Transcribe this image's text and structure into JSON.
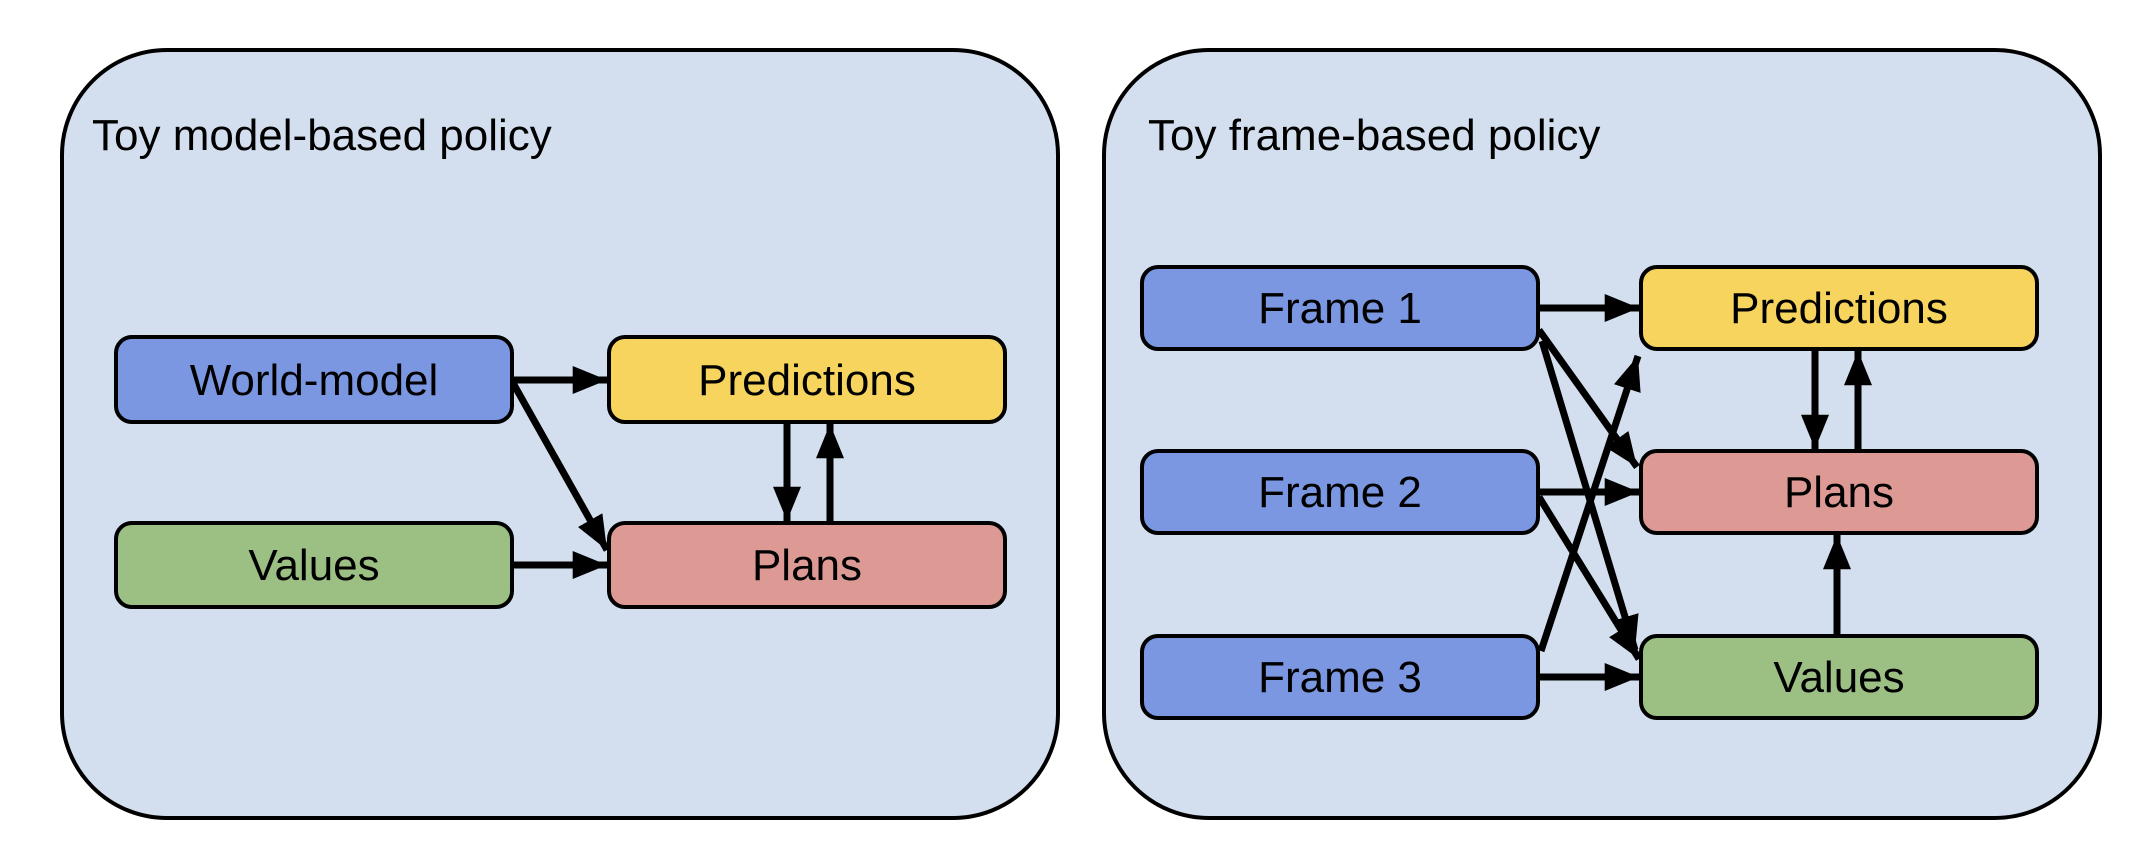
{
  "figure": {
    "type": "diagram",
    "description_left": "Toy model-based policy",
    "description_right": "Toy frame-based policy"
  },
  "colors": {
    "panel_bg": "#d3dfee",
    "panel_border": "#000000",
    "arrow": "#000000",
    "text": "#000000",
    "node_blue": "#7b97e2",
    "node_yellow": "#f6d45e",
    "node_green": "#9cc083",
    "node_red": "#dd9a95",
    "page_bg": "#ffffff"
  },
  "left_panel": {
    "title": "Toy model-based policy",
    "nodes": {
      "world_model": {
        "label": "World-model",
        "color": "#7b97e2"
      },
      "predictions": {
        "label": "Predictions",
        "color": "#f6d45e"
      },
      "values": {
        "label": "Values",
        "color": "#9cc083"
      },
      "plans": {
        "label": "Plans",
        "color": "#dd9a95"
      }
    },
    "edges": [
      {
        "from": "World-model",
        "to": "Predictions"
      },
      {
        "from": "World-model",
        "to": "Plans"
      },
      {
        "from": "Values",
        "to": "Plans"
      },
      {
        "from": "Predictions",
        "to": "Plans"
      },
      {
        "from": "Plans",
        "to": "Predictions"
      }
    ]
  },
  "right_panel": {
    "title": "Toy frame-based policy",
    "nodes": {
      "frame1": {
        "label": "Frame 1",
        "color": "#7b97e2"
      },
      "frame2": {
        "label": "Frame 2",
        "color": "#7b97e2"
      },
      "frame3": {
        "label": "Frame 3",
        "color": "#7b97e2"
      },
      "predictions": {
        "label": "Predictions",
        "color": "#f6d45e"
      },
      "plans": {
        "label": "Plans",
        "color": "#dd9a95"
      },
      "values": {
        "label": "Values",
        "color": "#9cc083"
      }
    },
    "edges": [
      {
        "from": "Frame 1",
        "to": "Predictions"
      },
      {
        "from": "Frame 1",
        "to": "Plans"
      },
      {
        "from": "Frame 1",
        "to": "Values"
      },
      {
        "from": "Frame 2",
        "to": "Plans"
      },
      {
        "from": "Frame 2",
        "to": "Values"
      },
      {
        "from": "Frame 3",
        "to": "Values"
      },
      {
        "from": "Frame 3",
        "to": "Predictions"
      },
      {
        "from": "Predictions",
        "to": "Plans"
      },
      {
        "from": "Plans",
        "to": "Predictions"
      },
      {
        "from": "Values",
        "to": "Plans"
      }
    ]
  }
}
